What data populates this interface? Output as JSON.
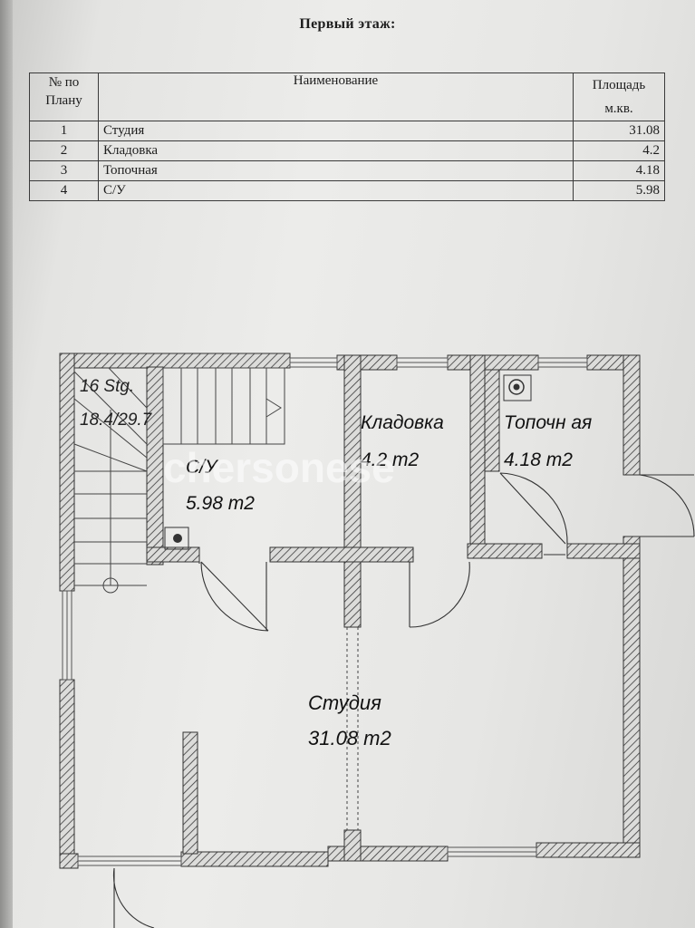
{
  "title": "Первый этаж:",
  "table": {
    "headers": {
      "number": "№ по Плану",
      "name": "Наименование",
      "area": "Площадь м.кв."
    },
    "rows": [
      {
        "num": "1",
        "name": "Студия",
        "area": "31.08"
      },
      {
        "num": "2",
        "name": "Кладовка",
        "area": "4.2"
      },
      {
        "num": "3",
        "name": "Топочная",
        "area": "4.18"
      },
      {
        "num": "4",
        "name": "С/У",
        "area": "5.98"
      }
    ]
  },
  "plan": {
    "stair_label_1": "16 Stg.",
    "stair_label_2": "18.4/29.7",
    "watermark": "chersonese",
    "rooms": {
      "su_name": "С/У",
      "su_area": "5.98 m2",
      "storage_name": "Кладовка",
      "storage_area": "4.2 m2",
      "boiler_name": "Топочн ая",
      "boiler_area": "4.18 m2",
      "studio_name": "Студия",
      "studio_area": "31.08 m2"
    }
  }
}
